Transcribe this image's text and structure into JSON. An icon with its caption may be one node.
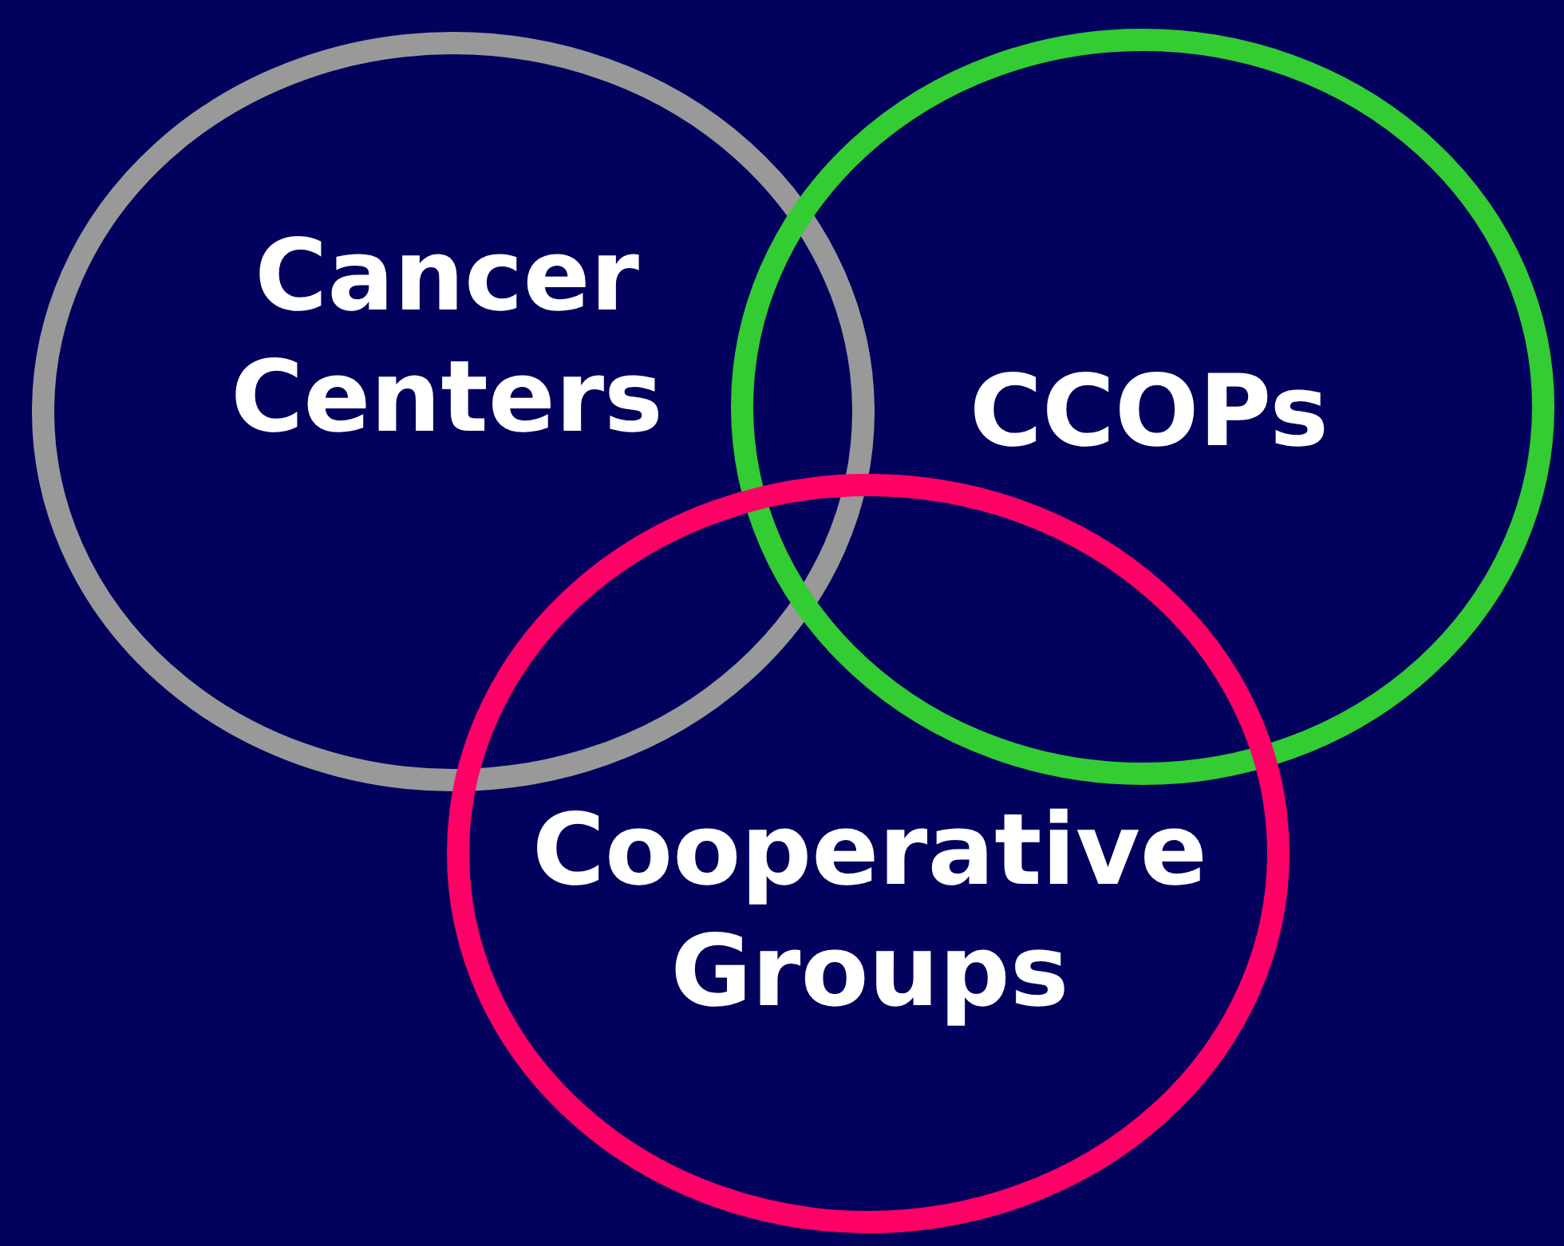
{
  "diagram": {
    "nodes": [
      {
        "text": [
          "Cancer Centers"
        ]
      },
      {
        "text": [
          "CCOPs"
        ]
      },
      {
        "text": [
          "Cooperative Groups"
        ]
      }
    ]
  }
}
